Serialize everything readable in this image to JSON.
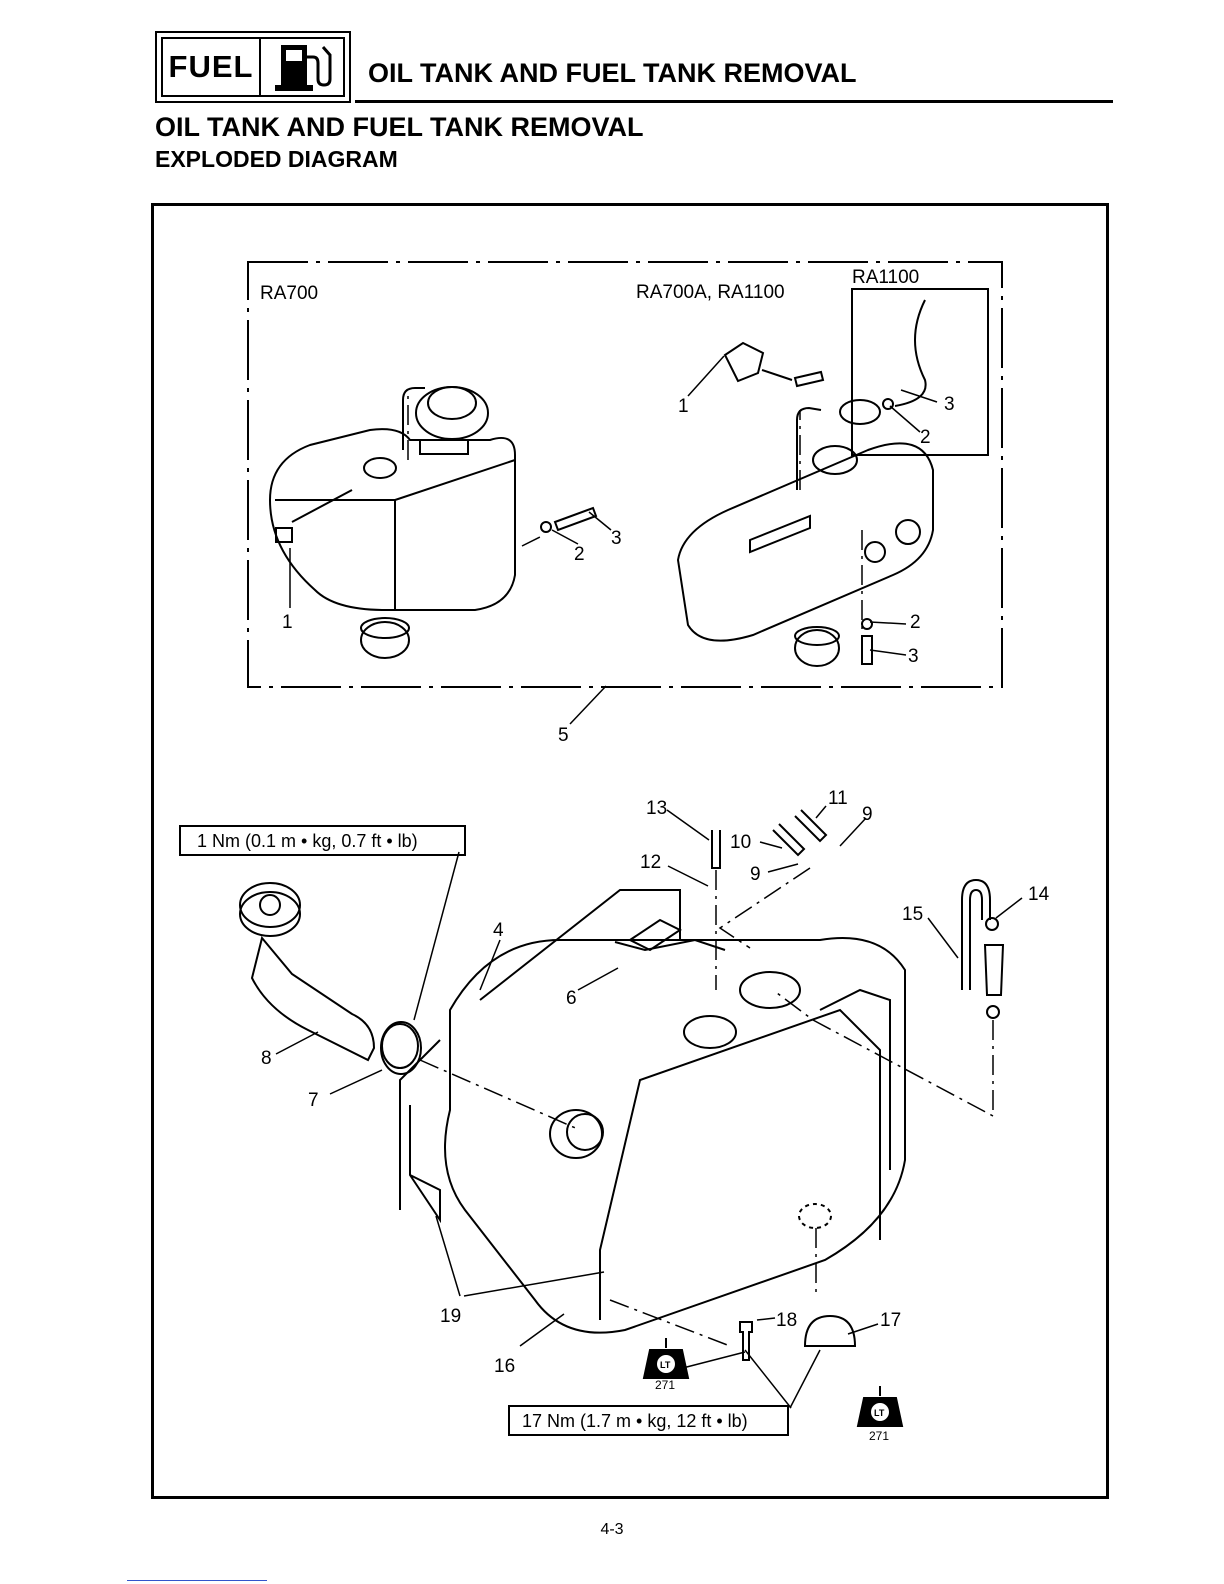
{
  "header": {
    "section_word": "FUEL",
    "section_icon": "fuel-pump-icon",
    "title": "OIL TANK AND FUEL TANK REMOVAL"
  },
  "page": {
    "title": "OIL TANK AND FUEL TANK REMOVAL",
    "subtitle": "EXPLODED DIAGRAM",
    "number": "4-3"
  },
  "diagram": {
    "inset": {
      "model_left": "RA700",
      "model_right": "RA700A, RA1100",
      "model_sub": "RA1100",
      "callouts_left": [
        "1",
        "2",
        "3"
      ],
      "callouts_right": [
        "1",
        "2",
        "3",
        "2",
        "3"
      ],
      "callout_inset": "5"
    },
    "callouts_main": [
      "4",
      "6",
      "7",
      "8",
      "9",
      "9",
      "10",
      "11",
      "12",
      "13",
      "14",
      "15",
      "16",
      "17",
      "18",
      "19"
    ],
    "torque_upper": "1 Nm (0.1 m • kg, 0.7 ft • lb)",
    "torque_lower": "17 Nm (1.7 m • kg, 12 ft • lb)",
    "locktite_symbol": "LT",
    "locktite_number": "271"
  }
}
